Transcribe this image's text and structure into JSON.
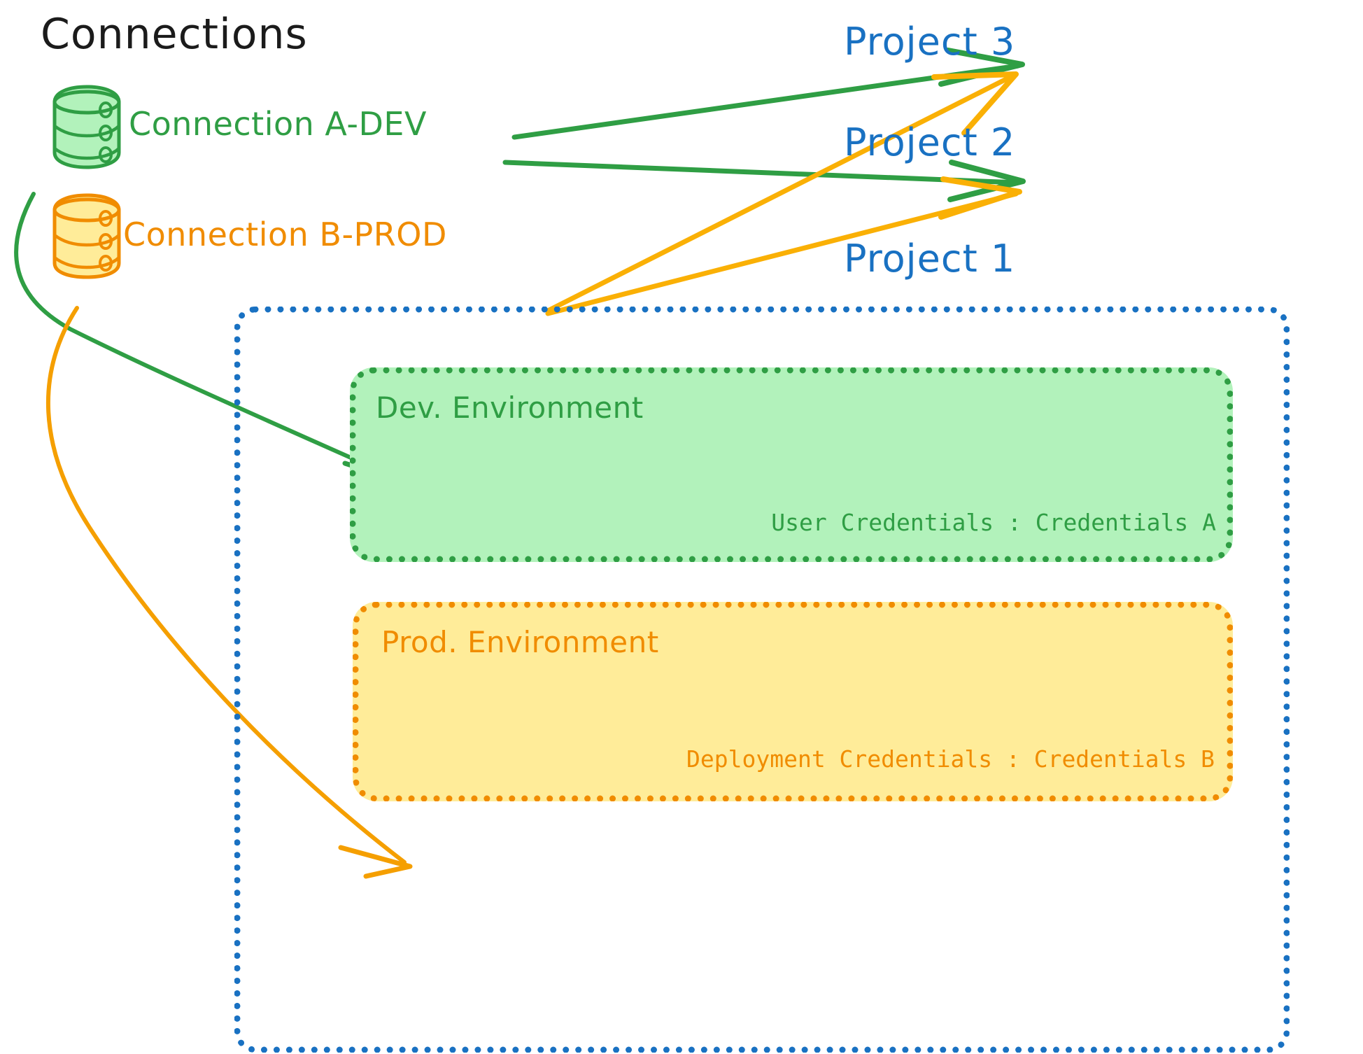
{
  "diagram": {
    "title": "Connections",
    "colors": {
      "green_stroke": "#2f9e44",
      "green_fill": "#b2f2bb",
      "orange_stroke": "#f08c00",
      "orange_fill": "#ffec99",
      "blue": "#1971c2",
      "black": "#1b1b1b",
      "background": "#ffffff"
    },
    "connections": [
      {
        "id": "a-dev",
        "label": "Connection A-DEV",
        "icon": "database-cylinder-icon",
        "color": "#2f9e44",
        "targets": [
          "Project 3",
          "Project 2",
          "Dev. Environment"
        ]
      },
      {
        "id": "b-prod",
        "label": "Connection B-PROD",
        "icon": "database-cylinder-icon",
        "color": "#f08c00",
        "targets": [
          "Project 3",
          "Project 2",
          "Prod. Environment"
        ]
      }
    ],
    "projects": [
      {
        "id": "project-3",
        "label": "Project 3"
      },
      {
        "id": "project-2",
        "label": "Project 2"
      },
      {
        "id": "project-1",
        "label": "Project 1"
      }
    ],
    "environments": [
      {
        "id": "dev-environment",
        "title": "Dev. Environment",
        "credential_label": "User Credentials",
        "credential_value": "Credentials A",
        "credential_line": "User Credentials : Credentials A",
        "color": "#2f9e44",
        "fill": "#b2f2bb"
      },
      {
        "id": "prod-environment",
        "title": "Prod. Environment",
        "credential_label": "Deployment Credentials",
        "credential_value": "Credentials B",
        "credential_line": "Deployment Credentials : Credentials B",
        "color": "#f08c00",
        "fill": "#ffec99"
      }
    ]
  }
}
